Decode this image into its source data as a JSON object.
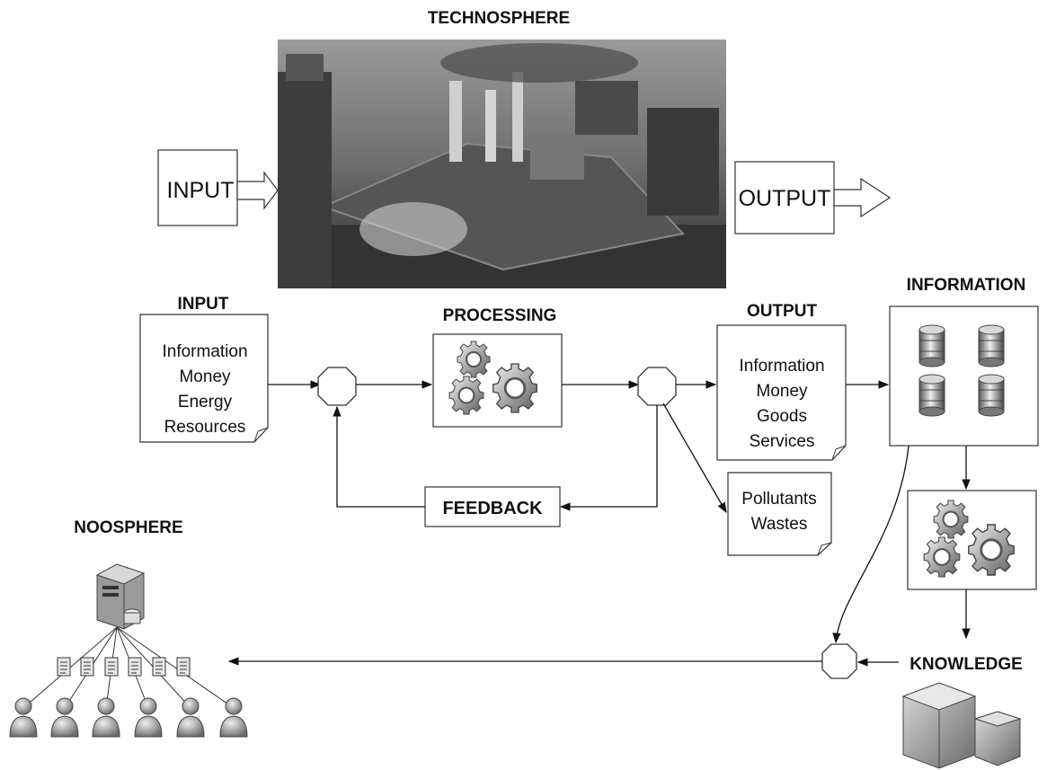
{
  "technosphere": {
    "title": "TECHNOSPHERE",
    "input_label": "INPUT",
    "output_label": "OUTPUT"
  },
  "process": {
    "input": {
      "title": "INPUT",
      "items": [
        "Information",
        "Money",
        "Energy",
        "Resources"
      ]
    },
    "processing": {
      "title": "PROCESSING"
    },
    "output": {
      "title": "OUTPUT",
      "items": [
        "Information",
        "Money",
        "Goods",
        "Services"
      ]
    },
    "feedback": {
      "label": "FEEDBACK"
    },
    "waste": {
      "items": [
        "Pollutants",
        "Wastes"
      ]
    }
  },
  "information": {
    "title": "INFORMATION"
  },
  "knowledge": {
    "title": "KNOWLEDGE"
  },
  "noosphere": {
    "title": "NOOSPHERE"
  }
}
